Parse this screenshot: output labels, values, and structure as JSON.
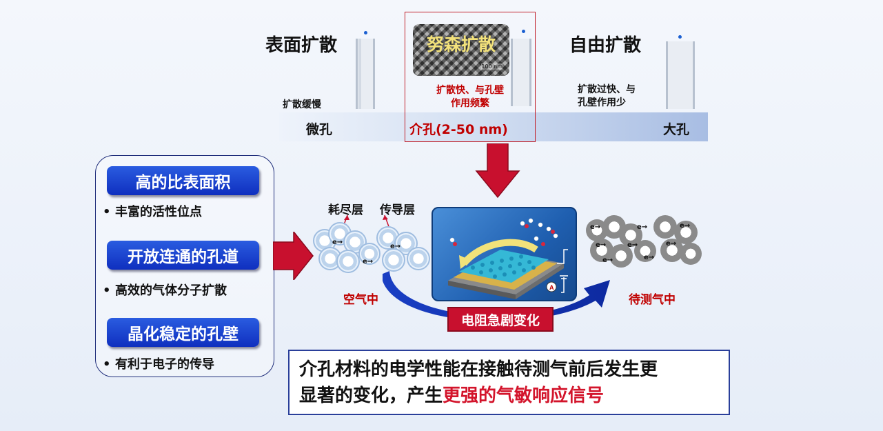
{
  "pore_types": {
    "micro": {
      "title": "表面扩散",
      "desc": "扩散缓慢",
      "scale_label": "微孔"
    },
    "meso": {
      "title": "努森扩散",
      "desc_line1": "扩散快、与孔壁",
      "desc_line2": "作用频繁",
      "scale_label": "介孔(2-50 nm)",
      "tem_scale": "100 nm"
    },
    "macro": {
      "title": "自由扩散",
      "desc_line1": "扩散过快、与",
      "desc_line2": "孔壁作用少",
      "scale_label": "大孔"
    }
  },
  "properties": [
    {
      "header": "高的比表面积",
      "bullet": "•",
      "item": "丰富的活性位点"
    },
    {
      "header": "开放连通的孔道",
      "bullet": "•",
      "item": "高效的气体分子扩散"
    },
    {
      "header": "晶化稳定的孔壁",
      "bullet": "•",
      "item": "有利于电子的传导"
    }
  ],
  "sensing": {
    "depletion_layer": "耗尽层",
    "conduction_layer": "传导层",
    "in_air": "空气中",
    "in_target_gas": "待测气中",
    "resistance_change": "电阻急剧变化",
    "electron_label": "e",
    "ammeter_label": "A"
  },
  "summary": {
    "line1": "介孔材料的电学性能在接触待测气前后发生更",
    "line2_plain": "显著的变化，产生",
    "line2_highlight": "更强的气敏响应信号"
  },
  "colors": {
    "accent_red": "#c8102e",
    "header_blue": "#0f2fbf",
    "frame_blue": "#1f2d7a"
  }
}
